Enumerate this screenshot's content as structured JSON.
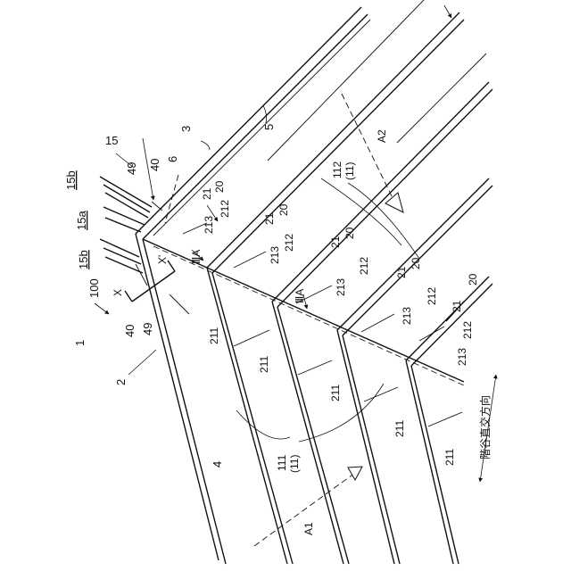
{
  "figure": {
    "labels": {
      "l15": "15",
      "l15b_top": "15b",
      "l15a": "15a",
      "l15b_bottom": "15b",
      "l49_top": "49",
      "l40_top": "40",
      "l6": "6",
      "l3": "3",
      "l5": "5",
      "l1": "1",
      "l100": "100",
      "l2": "2",
      "l4": "4",
      "lX": "X",
      "lXp": "X'",
      "l40_bottom": "40",
      "l49_bottom": "49",
      "lIIIA_1": "ⅢA",
      "lIIIA_2": "ⅢA",
      "l112": "112",
      "l11_top": "(11)",
      "l111": "111",
      "l11_bottom": "(11)",
      "lA1": "A1",
      "lA2": "A2",
      "l20_a": "20",
      "l21_a": "21",
      "l212_a": "212",
      "l213_a": "213",
      "l20_b": "20",
      "l21_b": "21",
      "l212_b": "212",
      "l213_b": "213",
      "l20_c": "20",
      "l21_c": "21",
      "l212_c": "212",
      "l213_c": "213",
      "l20_d": "20",
      "l21_d": "21",
      "l212_d": "212",
      "l213_d": "213",
      "l20_e": "20",
      "l21_e": "21",
      "l212_e": "212",
      "l213_e": "213",
      "l211_1": "211",
      "l211_2": "211",
      "l211_3": "211",
      "l211_4": "211",
      "l211_5": "211",
      "direction": "階谷直交方向"
    }
  }
}
